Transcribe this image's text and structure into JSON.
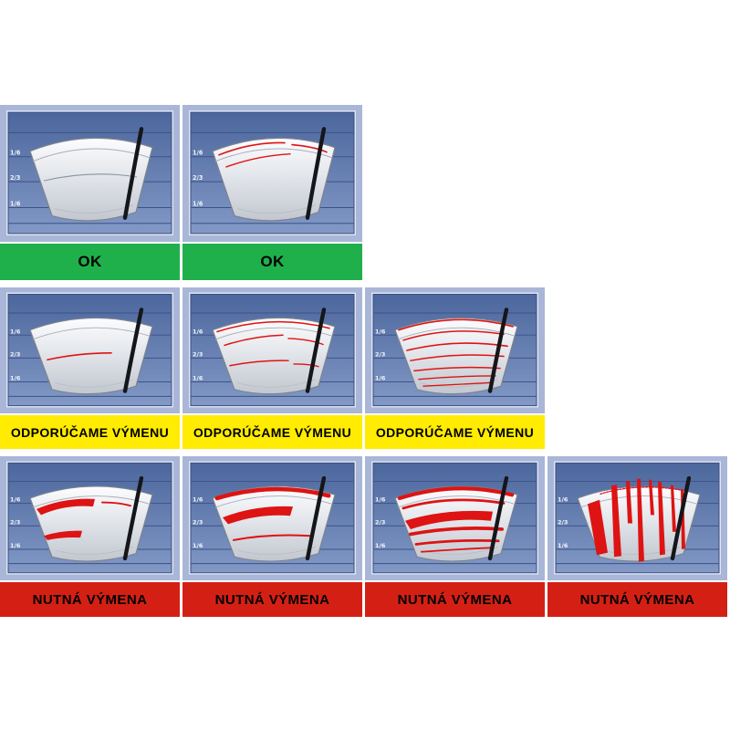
{
  "chart": {
    "name": "wiper-blade-wear-chart",
    "scale_labels": [
      "1/6",
      "2/3",
      "1/6"
    ],
    "colors": {
      "cell_background": "#a9b6d8",
      "panel_top": "#4c679d",
      "panel_bottom": "#8299c6",
      "wear_mark_red": "#de1313",
      "blade_black": "#15161a",
      "band_ok": "#1fb04b",
      "band_recommend": "#ffec00",
      "band_required": "#d42014"
    },
    "rows": [
      {
        "status": "ok",
        "label": "OK",
        "band_color": "#1fb04b",
        "cells": [
          {
            "wear": "clean",
            "severity": 0
          },
          {
            "wear": "first-light-streaks",
            "severity": 1
          }
        ]
      },
      {
        "status": "replacement-recommended",
        "label": "ODPORÚČAME VÝMENU",
        "band_color": "#ffec00",
        "cells": [
          {
            "wear": "single-streak",
            "severity": 2
          },
          {
            "wear": "several-streaks",
            "severity": 3
          },
          {
            "wear": "many-streaks",
            "severity": 4
          }
        ]
      },
      {
        "status": "replacement-required",
        "label": "NUTNÁ VÝMENA",
        "band_color": "#d42014",
        "cells": [
          {
            "wear": "thick-smears",
            "severity": 5
          },
          {
            "wear": "heavy-smears",
            "severity": 6
          },
          {
            "wear": "severe-smears",
            "severity": 7
          },
          {
            "wear": "worn-out-vertical-streaks",
            "severity": 8
          }
        ]
      }
    ]
  }
}
